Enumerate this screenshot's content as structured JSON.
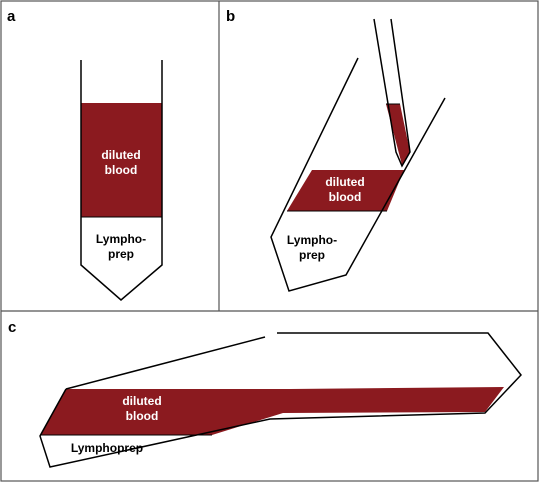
{
  "panels": [
    {
      "letter": "a",
      "blood_label": [
        "diluted",
        "blood"
      ],
      "density_label": [
        "Lympho-",
        "prep"
      ]
    },
    {
      "letter": "b",
      "blood_label": [
        "diluted",
        "blood"
      ],
      "density_label": [
        "Lympho-",
        "prep"
      ]
    },
    {
      "letter": "c",
      "blood_label": [
        "diluted",
        "blood"
      ],
      "density_label": [
        "Lymphoprep"
      ]
    }
  ],
  "colors": {
    "blood": "#8b1a1f",
    "outline": "#000000",
    "panel_border": "#555555",
    "background": "#ffffff"
  }
}
